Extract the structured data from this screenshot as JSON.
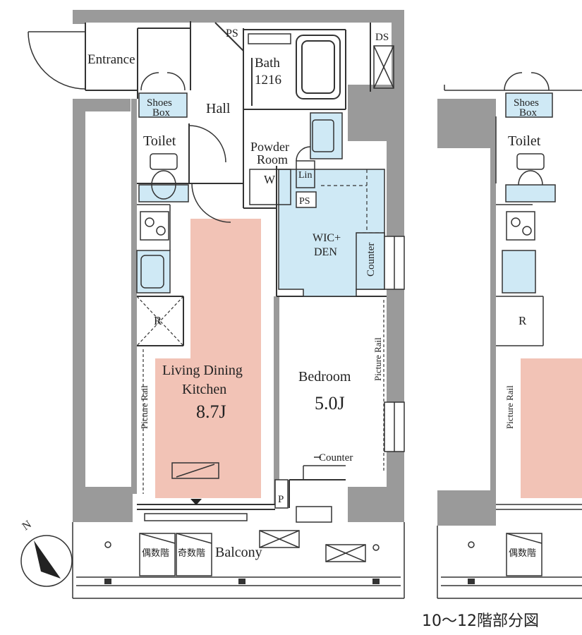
{
  "rooms": {
    "entrance": "Entrance",
    "ps_top": "PS",
    "bath": "Bath",
    "bath_size": "1216",
    "ds": "DS",
    "shoes_box_1": "Shoes",
    "shoes_box_2": "Box",
    "hall": "Hall",
    "toilet": "Toilet",
    "powder_room_1": "Powder",
    "powder_room_2": "Room",
    "w": "W",
    "lin": "Lin",
    "ps_mid": "PS",
    "wic_1": "WIC+",
    "wic_2": "DEN",
    "counter_side": "Counter",
    "r": "R",
    "ldk_1": "Living Dining",
    "ldk_2": "Kitchen",
    "ldk_size": "8.7J",
    "picture_rail_left": "Picture Rail",
    "picture_rail_right": "Picture Rail",
    "bedroom": "Bedroom",
    "bedroom_size": "5.0J",
    "counter_bed": "Counter",
    "p": "P",
    "balcony": "Balcony",
    "even_floor": "偶数階",
    "odd_floor": "奇数階",
    "north": "N"
  },
  "partial_plan": {
    "shoes_box_1": "Shoes",
    "shoes_box_2": "Box",
    "toilet": "Toilet",
    "r": "R",
    "picture_rail": "Picture Rail",
    "even_floor": "偶数階"
  },
  "caption": "10～12階部分図",
  "colors": {
    "wall": "#9a9a9a",
    "wet_area": "#cfe9f5",
    "ldk": "#f2c3b6",
    "line": "#333333"
  }
}
